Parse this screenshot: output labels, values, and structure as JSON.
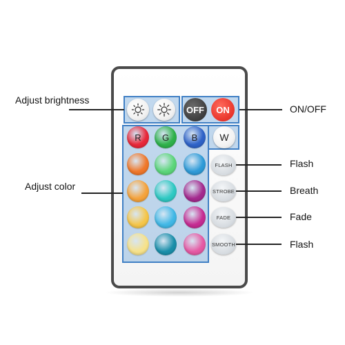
{
  "callouts": {
    "adjust_brightness": "Adjust brightness",
    "adjust_color": "Adjust color",
    "on_off": "ON/OFF",
    "flash_1": "Flash",
    "breath": "Breath",
    "fade": "Fade",
    "flash_2": "Flash"
  },
  "buttons": {
    "off": "OFF",
    "on": "ON",
    "red": "R",
    "green": "G",
    "blue": "B",
    "white": "W",
    "flash": "FLASH",
    "strobe": "STROBE",
    "fade": "FADE",
    "smooth": "SMOOTH"
  },
  "colors": {
    "highlight_border": "#3f7fc4",
    "red": "#e8283a",
    "green": "#2fb24b",
    "blue": "#2f63c8",
    "swatches": [
      [
        "#f0782a",
        "#5cd67a",
        "#2e9bd8"
      ],
      [
        "#f5a33c",
        "#2fc9c3",
        "#a42a8e"
      ],
      [
        "#f5c64a",
        "#41b8e6",
        "#c62d93"
      ],
      [
        "#f7e28a",
        "#1a8faa",
        "#e65aa4"
      ]
    ]
  }
}
